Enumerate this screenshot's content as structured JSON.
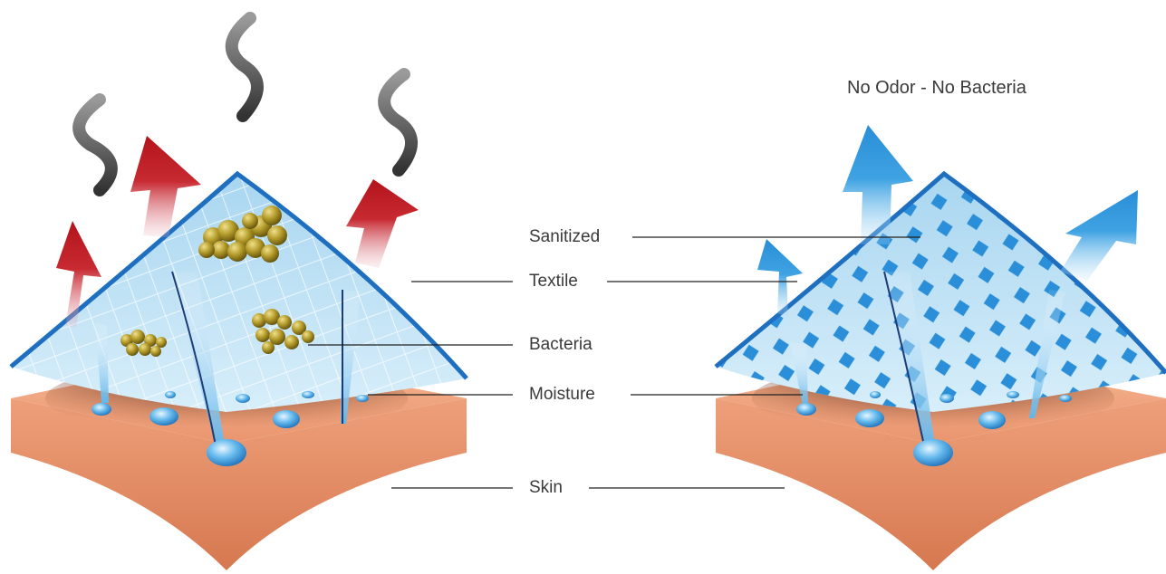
{
  "title": "No Odor - No Bacteria",
  "labels": {
    "sanitized": "Sanitized",
    "textile": "Textile",
    "bacteria": "Bacteria",
    "moisture": "Moisture",
    "skin": "Skin"
  },
  "colors": {
    "skin": "#f0a27e",
    "skin_dark": "#d97c56",
    "textile": "#8ec8ea",
    "textile_edge": "#1f6fc0",
    "odor_arrow": "#c8202a",
    "clean_arrow": "#3aa0e0",
    "bacteria": "#a08a1c",
    "droplet": "#3fa7e3",
    "diamond": "#2a8fd8",
    "smoke": "#555555"
  }
}
